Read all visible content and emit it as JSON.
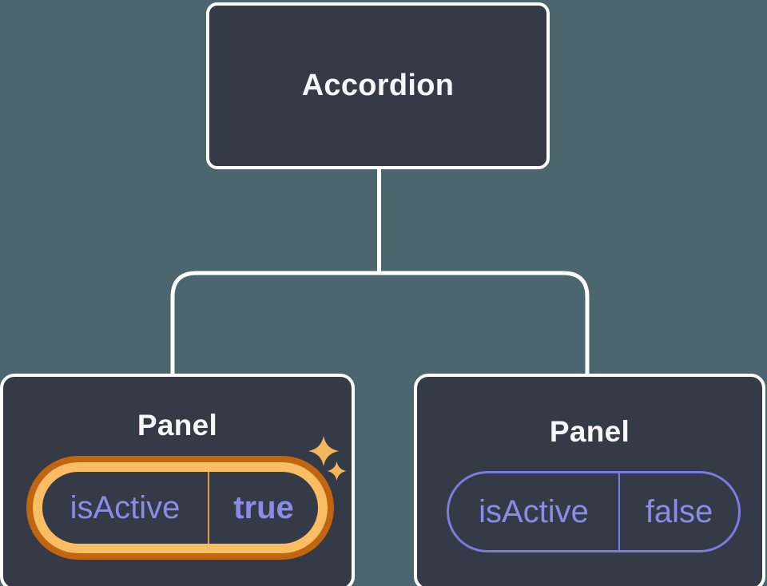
{
  "diagram": {
    "title": "component-tree-with-state",
    "colors": {
      "background": "#4C666F",
      "node_fill": "#343A46",
      "node_border": "#FFFFFF",
      "connector": "#FFFFFF",
      "label_text": "#F5F6F8",
      "state_text": "#8B8BE8",
      "state_border": "#7C7CE0",
      "highlight_gold": "#FBBD63",
      "highlight_gold_dark": "#C2650F",
      "highlight_divider": "#DE9A4D",
      "sparkle": "#F6B75C"
    },
    "root": {
      "label": "Accordion"
    },
    "children": [
      {
        "label": "Panel",
        "state": {
          "key": "isActive",
          "value": "true",
          "highlighted": true
        },
        "icon": "sparkles-icon"
      },
      {
        "label": "Panel",
        "state": {
          "key": "isActive",
          "value": "false",
          "highlighted": false
        }
      }
    ]
  }
}
